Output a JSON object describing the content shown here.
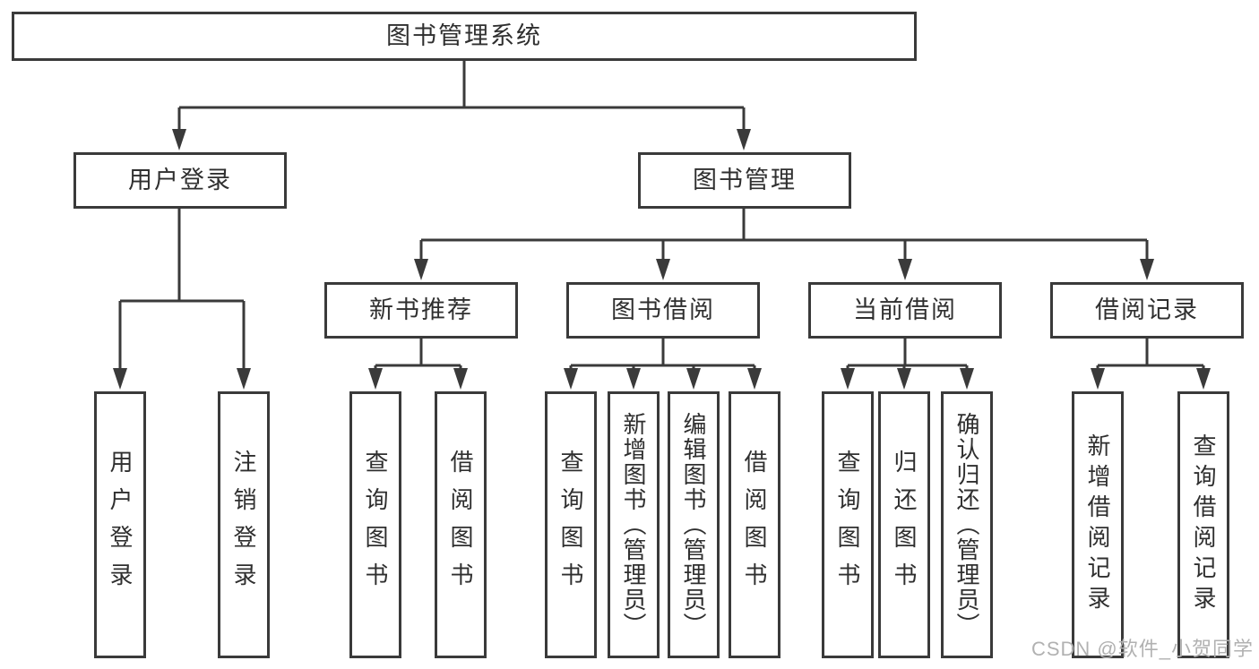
{
  "diagram": {
    "root": "图书管理系统",
    "level2": [
      {
        "label": "用户登录"
      },
      {
        "label": "图书管理"
      }
    ],
    "level3": [
      {
        "label": "新书推荐",
        "parent": "图书管理"
      },
      {
        "label": "图书借阅",
        "parent": "图书管理"
      },
      {
        "label": "当前借阅",
        "parent": "图书管理"
      },
      {
        "label": "借阅记录",
        "parent": "图书管理"
      }
    ],
    "leaves": [
      {
        "label": "用户登录",
        "parent": "用户登录"
      },
      {
        "label": "注销登录",
        "parent": "用户登录"
      },
      {
        "label": "查询图书",
        "parent": "新书推荐"
      },
      {
        "label": "借阅图书",
        "parent": "新书推荐"
      },
      {
        "label": "查询图书",
        "parent": "图书借阅"
      },
      {
        "label": "新增图书（管理员）",
        "parent": "图书借阅"
      },
      {
        "label": "编辑图书（管理员）",
        "parent": "图书借阅"
      },
      {
        "label": "借阅图书",
        "parent": "图书借阅"
      },
      {
        "label": "查询图书",
        "parent": "当前借阅"
      },
      {
        "label": "归还图书",
        "parent": "当前借阅"
      },
      {
        "label": "确认归还（管理员）",
        "parent": "当前借阅"
      },
      {
        "label": "新增借阅记录",
        "parent": "借阅记录"
      },
      {
        "label": "查询借阅记录",
        "parent": "借阅记录"
      }
    ]
  },
  "watermark": {
    "text": "CSDN @软件_小贺同学"
  },
  "colors": {
    "line": "#3a3a3a",
    "text": "#2f2f2f",
    "background": "#ffffff",
    "watermark": "#b1b1b1"
  }
}
